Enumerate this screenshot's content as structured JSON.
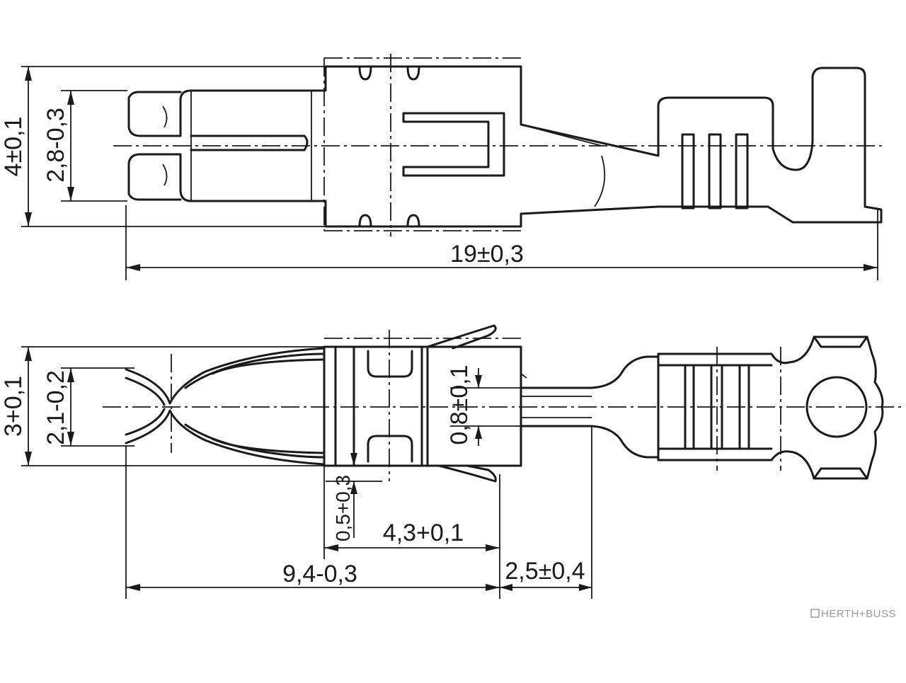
{
  "dimensions": {
    "top_height": "4±0,1",
    "top_inner": "2,8-0,3",
    "top_length": "19±0,3",
    "bottom_height": "3+0,1",
    "bottom_inner": "2,1-0,2",
    "bottom_gap": "0,8±0,1",
    "bottom_offset": "0,5+0,3",
    "bottom_box": "4,3+0,1",
    "bottom_length": "9,4-0,3",
    "bottom_tail": "2,5±0,4"
  },
  "logo": {
    "text": "HERTH+BUSS"
  }
}
